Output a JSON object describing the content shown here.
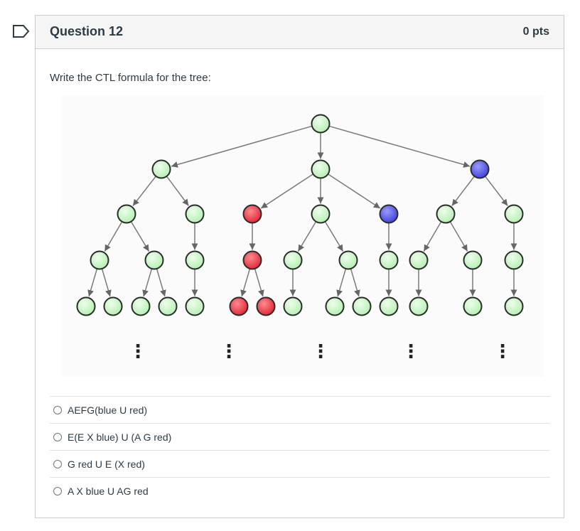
{
  "question": {
    "title": "Question 12",
    "points": "0 pts",
    "prompt": "Write the CTL formula for the tree:"
  },
  "tree": {
    "node_colors": {
      "green": "#c8f7c5",
      "red": "#e8414f",
      "blue": "#5a5ce8"
    },
    "continuation_marker": "⋮"
  },
  "answers": [
    {
      "label": "AEFG(blue U red)"
    },
    {
      "label": "E(E X blue) U (A G red)"
    },
    {
      "label": "G red U E (X red)"
    },
    {
      "label": "A X blue U AG red"
    }
  ]
}
